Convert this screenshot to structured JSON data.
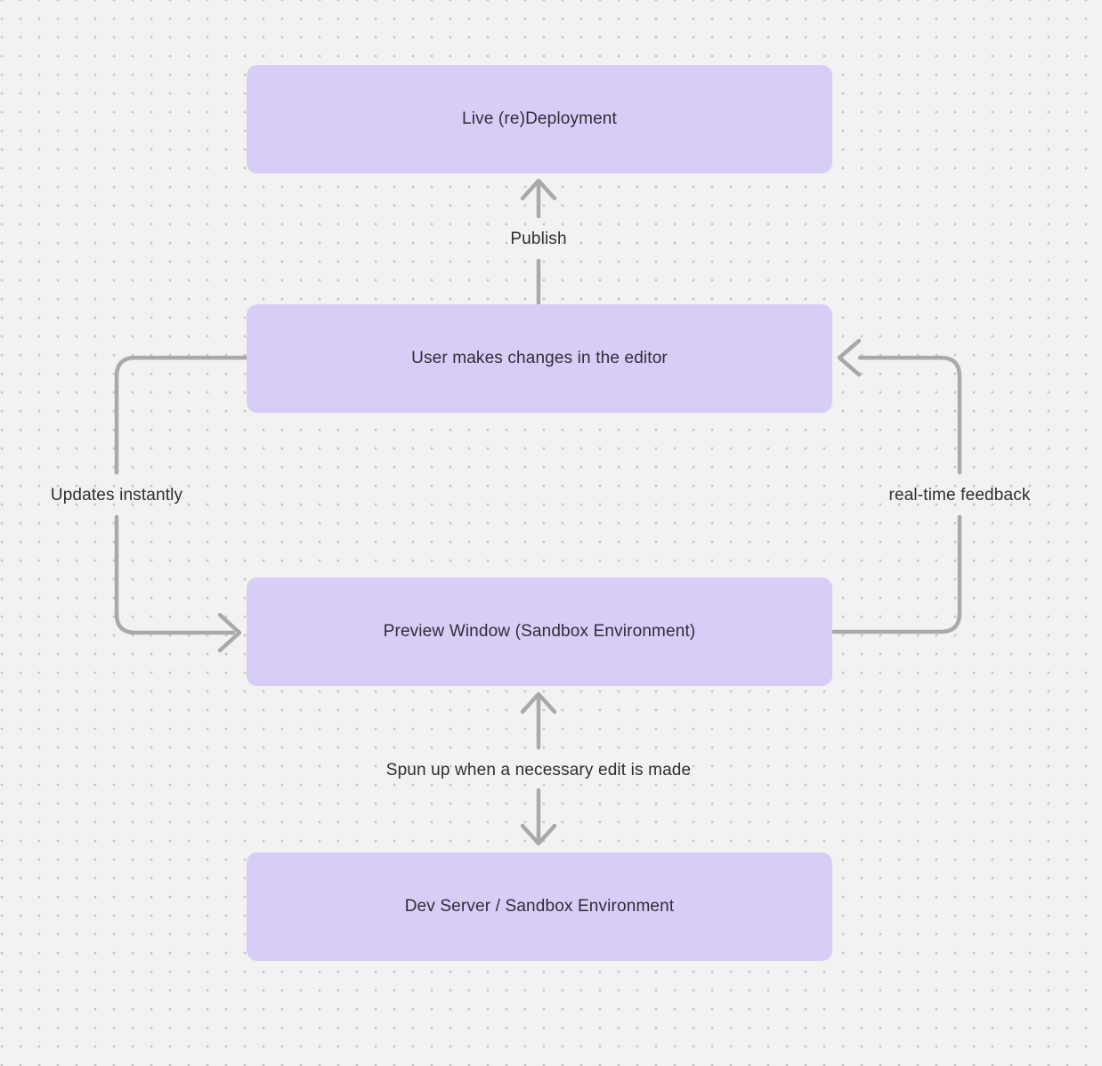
{
  "theme": {
    "bg": "#f2f2f1",
    "dot": "#c7c7c7",
    "node": "#d7cdf7",
    "text": "#2f2d36",
    "arrow": "#a9a9a9"
  },
  "nodes": [
    {
      "id": "live-redeployment",
      "label": "Live (re)Deployment"
    },
    {
      "id": "user-editor",
      "label": "User makes changes in the editor"
    },
    {
      "id": "preview-window",
      "label": "Preview Window (Sandbox Environment)"
    },
    {
      "id": "dev-server",
      "label": "Dev Server / Sandbox Environment"
    }
  ],
  "edges": [
    {
      "label": "Publish",
      "from": "user-editor",
      "to": "live-redeployment",
      "bidirectional": false
    },
    {
      "label": "Updates instantly",
      "from": "user-editor",
      "to": "preview-window",
      "bidirectional": false
    },
    {
      "label": "real-time feedback",
      "from": "preview-window",
      "to": "user-editor",
      "bidirectional": false
    },
    {
      "label": "Spun up when a necessary edit is made",
      "from": "dev-server",
      "to": "preview-window",
      "bidirectional": true
    }
  ]
}
